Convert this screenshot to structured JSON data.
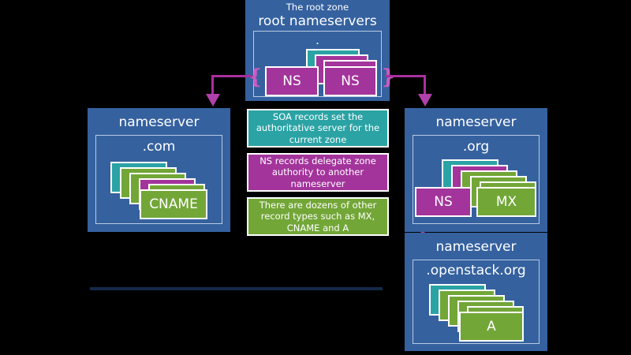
{
  "diagram": {
    "title": "DNS zone delegation diagram",
    "colors": {
      "zone_blue": "#35619f",
      "soa_teal": "#2ba3a5",
      "ns_magenta": "#a3349b",
      "other_green": "#72a637",
      "arrow": "#a8309e",
      "background": "#000000",
      "divider": "#15294a"
    }
  },
  "root_zone": {
    "caption": "The root zone",
    "heading": "root nameservers",
    "zone_label": ".",
    "records": [
      {
        "type": "soa",
        "label": "",
        "color": "soa_teal"
      },
      {
        "type": "ns",
        "label": "",
        "color": "ns_magenta"
      },
      {
        "type": "ns",
        "label": "",
        "color": "ns_magenta"
      },
      {
        "type": "ns",
        "label": "NS",
        "color": "ns_magenta"
      },
      {
        "type": "ns",
        "label": "NS",
        "color": "ns_magenta"
      }
    ]
  },
  "zones": [
    {
      "id": "com",
      "heading": "nameserver",
      "zone_label": ".com",
      "records": [
        {
          "type": "soa",
          "label": "",
          "color": "soa_teal"
        },
        {
          "type": "other",
          "label": "",
          "color": "other_green"
        },
        {
          "type": "other",
          "label": "",
          "color": "other_green"
        },
        {
          "type": "ns",
          "label": "",
          "color": "ns_magenta"
        },
        {
          "type": "other",
          "label": "",
          "color": "other_green"
        },
        {
          "type": "other",
          "label": "CNAME",
          "color": "other_green"
        }
      ]
    },
    {
      "id": "org",
      "heading": "nameserver",
      "zone_label": ".org",
      "records": [
        {
          "type": "soa",
          "label": "",
          "color": "soa_teal"
        },
        {
          "type": "ns",
          "label": "",
          "color": "ns_magenta"
        },
        {
          "type": "other",
          "label": "",
          "color": "other_green"
        },
        {
          "type": "other",
          "label": "",
          "color": "other_green"
        },
        {
          "type": "other",
          "label": "",
          "color": "other_green"
        },
        {
          "type": "ns",
          "label": "NS",
          "color": "ns_magenta"
        },
        {
          "type": "other",
          "label": "MX",
          "color": "other_green"
        }
      ]
    },
    {
      "id": "openstack-org",
      "heading": "nameserver",
      "zone_label": ".openstack.org",
      "records": [
        {
          "type": "soa",
          "label": "",
          "color": "soa_teal"
        },
        {
          "type": "other",
          "label": "",
          "color": "other_green"
        },
        {
          "type": "other",
          "label": "",
          "color": "other_green"
        },
        {
          "type": "other",
          "label": "",
          "color": "other_green"
        },
        {
          "type": "other",
          "label": "",
          "color": "other_green"
        },
        {
          "type": "other",
          "label": "A",
          "color": "other_green"
        }
      ]
    }
  ],
  "legend": [
    {
      "id": "soa",
      "text": "SOA records set the authoritative server for the current zone",
      "color": "#2ba3a5"
    },
    {
      "id": "ns",
      "text": "NS records delegate zone authority to another nameserver",
      "color": "#a3349b"
    },
    {
      "id": "other",
      "text": "There are dozens of other record types such as MX, CNAME and A",
      "color": "#72a637"
    }
  ]
}
